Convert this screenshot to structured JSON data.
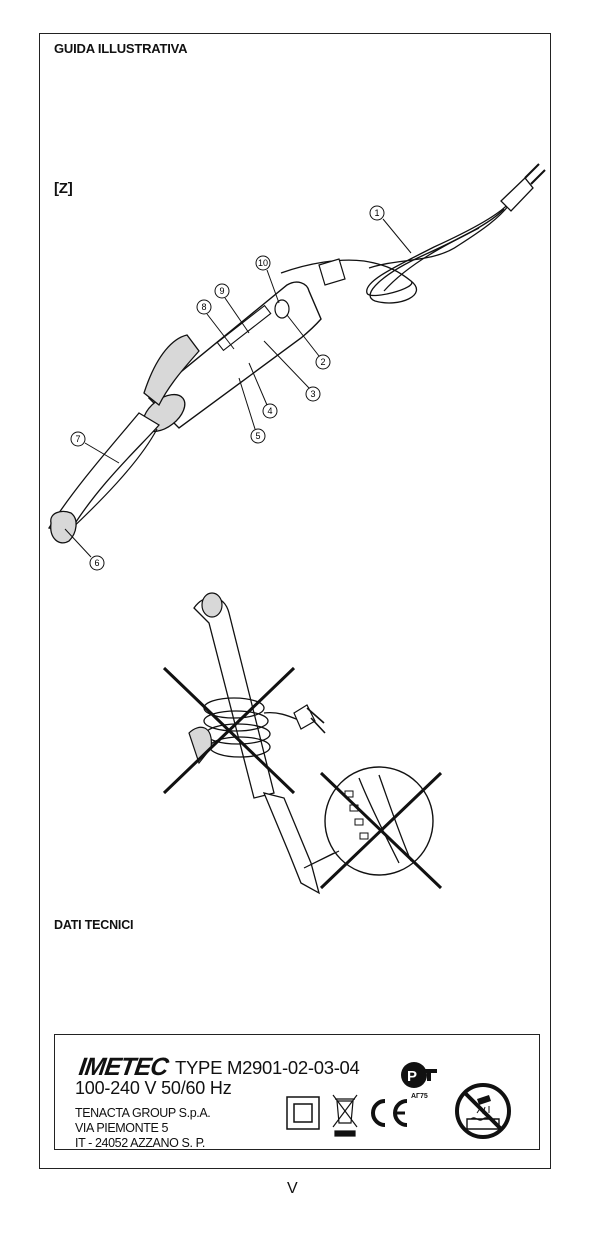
{
  "headings": {
    "guida": "GUIDA ILLUSTRATIVA",
    "figure": "[Z]",
    "dati": "DATI TECNICI"
  },
  "callouts": [
    "1",
    "10",
    "9",
    "8",
    "2",
    "3",
    "4",
    "5",
    "7",
    "6"
  ],
  "rating_label": {
    "brand": "IMETEC",
    "type": "TYPE M2901-02-03-04",
    "voltage": "100-240 V   50/60 Hz",
    "address": [
      "TENACTA GROUP S.p.A.",
      "VIA PIEMONTE 5",
      "IT - 24052 AZZANO S. P."
    ],
    "pct_code": "АГ75",
    "symbols": [
      "pct-mark-icon",
      "class-ii-double-insulation-icon",
      "weee-crossed-bin-icon",
      "ce-mark-icon",
      "no-water-use-icon"
    ]
  },
  "page_number": "V",
  "colors": {
    "ink": "#111111",
    "fill": "#d8d8d8",
    "background": "#ffffff"
  }
}
